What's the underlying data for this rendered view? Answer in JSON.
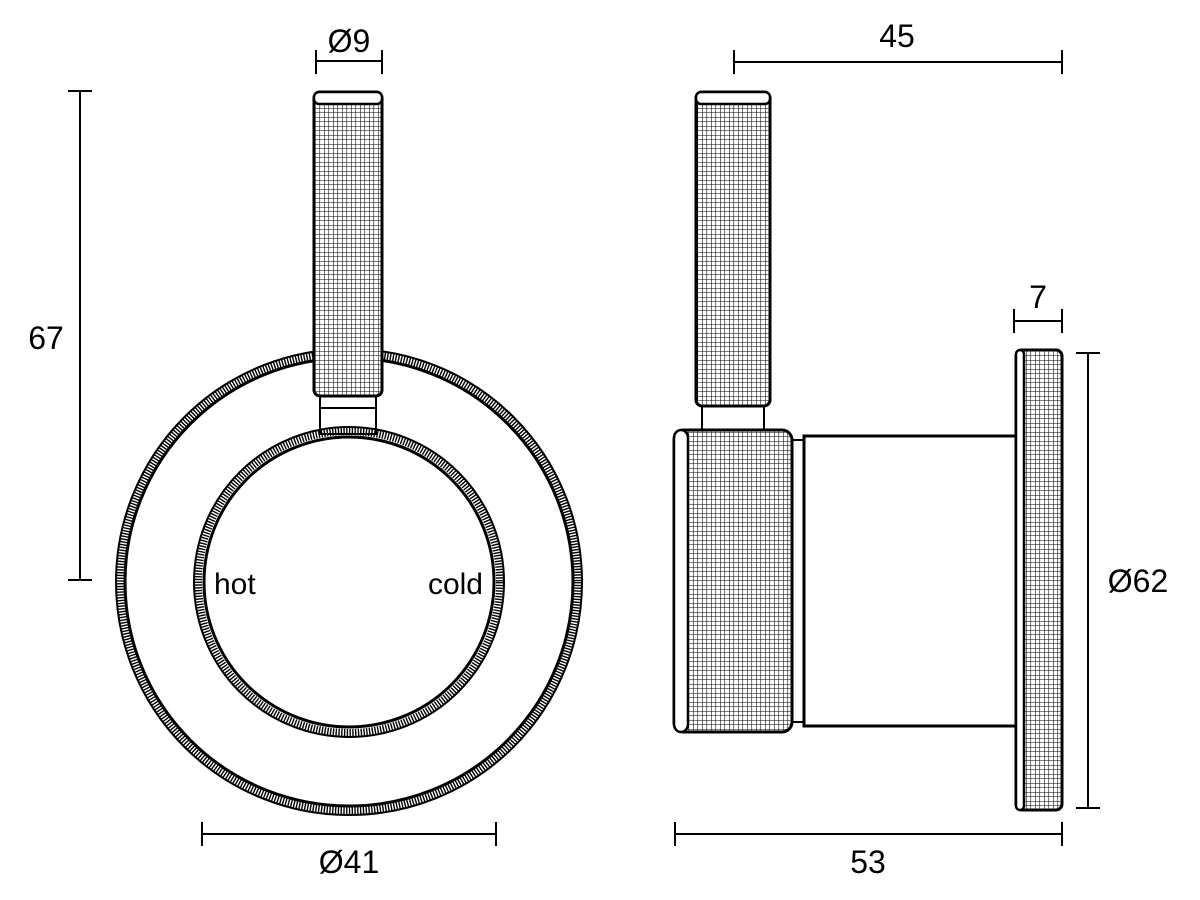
{
  "dimensions": {
    "handle_diameter": "Ø9",
    "total_height": "67",
    "escutcheon_diameter": "Ø41",
    "lever_depth": "45",
    "total_depth": "53",
    "plate_thickness": "7",
    "plate_diameter": "Ø62"
  },
  "labels": {
    "hot": "hot",
    "cold": "cold"
  },
  "colors": {
    "line": "#000000",
    "background": "#ffffff"
  }
}
